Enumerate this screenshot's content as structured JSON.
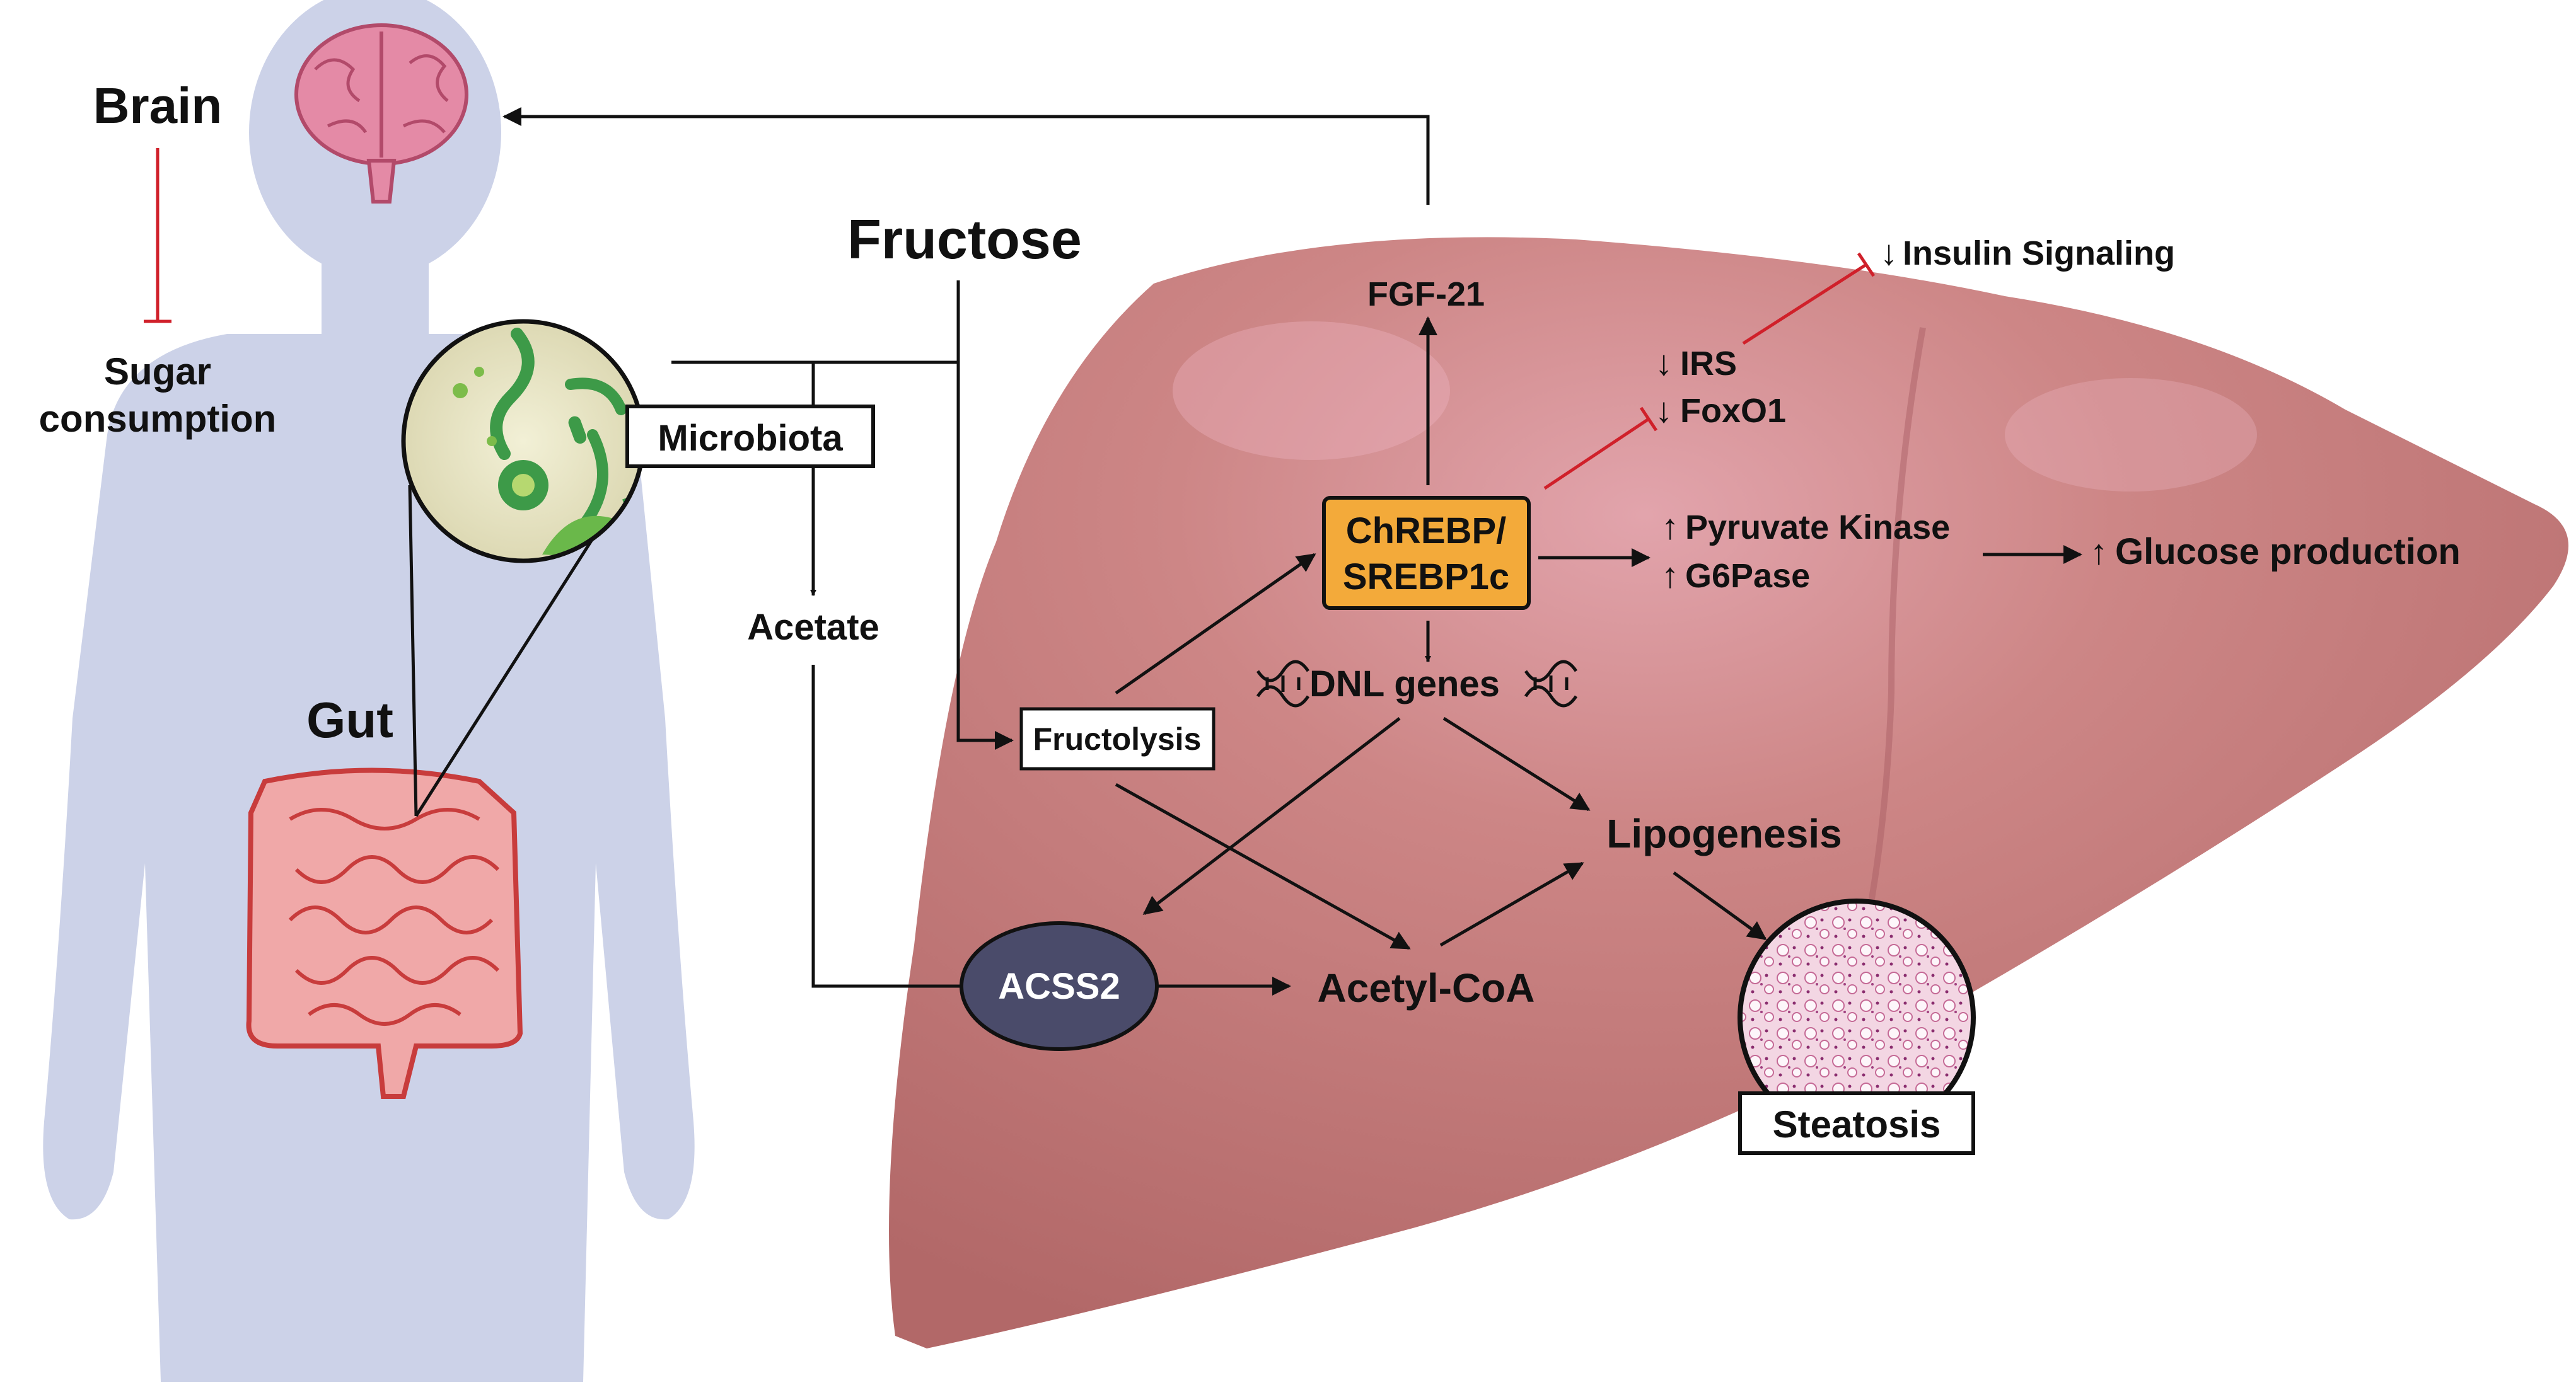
{
  "labels": {
    "brain": "Brain",
    "sugar_line1": "Sugar",
    "sugar_line2": "consumption",
    "gut": "Gut",
    "fructose": "Fructose",
    "microbiota": "Microbiota",
    "acetate": "Acetate",
    "fructolysis": "Fructolysis",
    "fgf21": "FGF-21",
    "chrebp_line1": "ChREBP/",
    "chrebp_line2": "SREBP1c",
    "dnl_genes": "DNL genes",
    "insulin_signaling": "Insulin Signaling",
    "irs": "IRS",
    "foxo1": "FoxO1",
    "pyruvate_kinase": "Pyruvate Kinase",
    "g6pase": "G6Pase",
    "glucose_production": "Glucose production",
    "lipogenesis": "Lipogenesis",
    "acss2": "ACSS2",
    "acetyl_coa": "Acetyl-CoA",
    "steatosis": "Steatosis"
  },
  "symbols": {
    "down": "↓",
    "up": "↑"
  },
  "colors": {
    "body_silhouette": "#ccd2e8",
    "liver": "#c57a7a",
    "liver_highlight": "#e7a8b4",
    "brain": "#e48aa6",
    "gut": "#f0a8a8",
    "gut_outline": "#c83c3c",
    "microbiota_bg": "#e9e6c6",
    "microbe_green": "#3d9a48",
    "chrebp_box": "#f3aa3a",
    "acss2_node": "#4a4b6a",
    "inhibition_red": "#d0202a",
    "arrow": "#111111"
  },
  "icons": [
    "brain-icon",
    "gut-icon",
    "dna-icon",
    "steatosis-histology-icon",
    "microbe-icon"
  ]
}
